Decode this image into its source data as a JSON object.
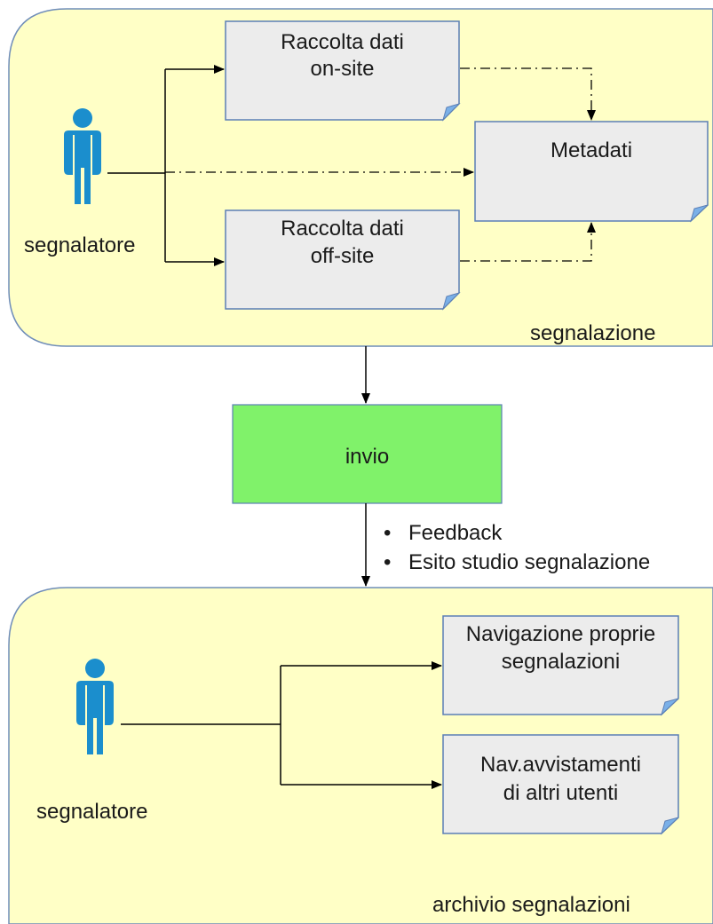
{
  "top_panel": {
    "caption": "segnalazione",
    "actor_label": "segnalatore",
    "doc_onsite": [
      "Raccolta dati",
      "on-site"
    ],
    "doc_offsite": [
      "Raccolta dati",
      "off-site"
    ],
    "doc_metadata": "Metadati"
  },
  "invio": {
    "label": "invio"
  },
  "feedback_notes": [
    "Feedback",
    "Esito studio segnalazione"
  ],
  "bottom_panel": {
    "caption": "archivio segnalazioni",
    "actor_label": "segnalatore",
    "doc_navigation": [
      "Navigazione proprie",
      "segnalazioni"
    ],
    "doc_sightings": [
      "Nav.avvistamenti",
      "di altri utenti"
    ]
  },
  "colors": {
    "panel_fill": "#ffffc6",
    "panel_border": "#6f8db9",
    "doc_fill": "#ececec",
    "doc_border": "#5b7fb5",
    "doc_fold": "#7ab0e8",
    "invio_fill": "#80f26a",
    "actor": "#1b8ecd"
  }
}
